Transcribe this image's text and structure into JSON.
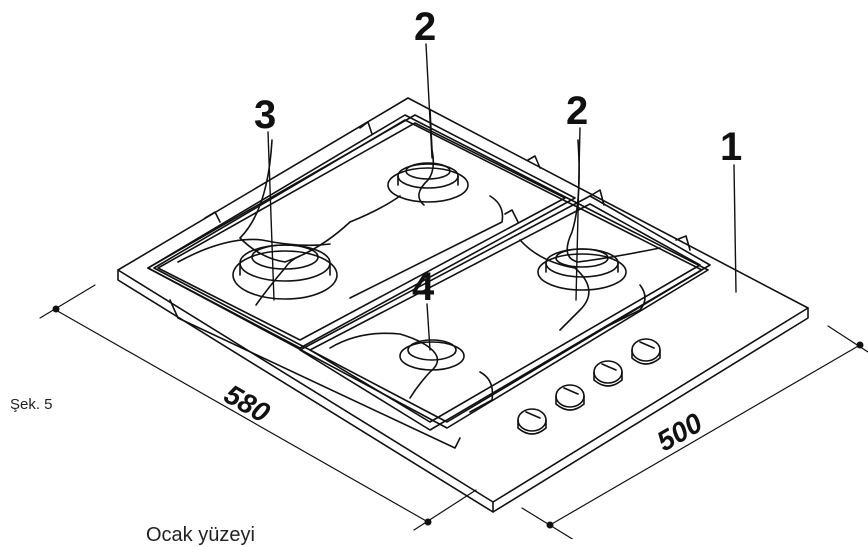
{
  "callouts": {
    "top_burner": "2",
    "left_burner": "3",
    "right_burner": "2",
    "hob": "1",
    "front_burner": "4"
  },
  "dimensions": {
    "width": "580",
    "depth": "500"
  },
  "figure_label": "Şek. 5",
  "caption": "Ocak yüzeyi"
}
